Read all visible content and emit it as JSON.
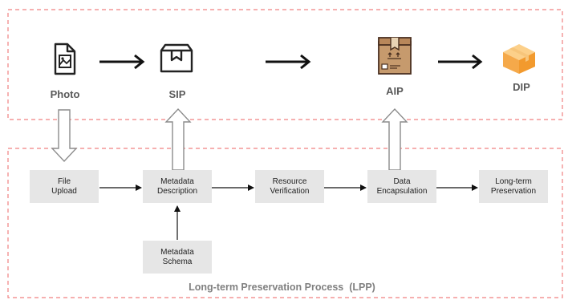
{
  "artifacts": [
    {
      "id": "photo",
      "label": "Photo",
      "icon": "photo-file-icon"
    },
    {
      "id": "sip",
      "label": "SIP",
      "icon": "package-box-icon"
    },
    {
      "id": "aip",
      "label": "AIP",
      "icon": "cardboard-box-icon"
    },
    {
      "id": "dip",
      "label": "DIP",
      "icon": "orange-box-icon"
    }
  ],
  "steps": [
    {
      "id": "file-upload",
      "line1": "File",
      "line2": "Upload"
    },
    {
      "id": "metadata-description",
      "line1": "Metadata",
      "line2": "Description"
    },
    {
      "id": "resource-verification",
      "line1": "Resource",
      "line2": "Verification"
    },
    {
      "id": "data-encapsulation",
      "line1": "Data",
      "line2": "Encapsulation"
    },
    {
      "id": "long-term-preservation",
      "line1": "Long-term",
      "line2": "Preservation"
    }
  ],
  "schema": {
    "line1": "Metadata",
    "line2": "Schema"
  },
  "footer": "Long-term Preservation Process  (LPP)",
  "colors": {
    "dashed_border": "#f08080",
    "box_fill": "#e6e6e6",
    "arrow": "#111111",
    "hollow_arrow": "#8c8c8c",
    "label_text": "#595959",
    "aip_box": "#c69a6d",
    "dip_box": "#f5a94a"
  }
}
